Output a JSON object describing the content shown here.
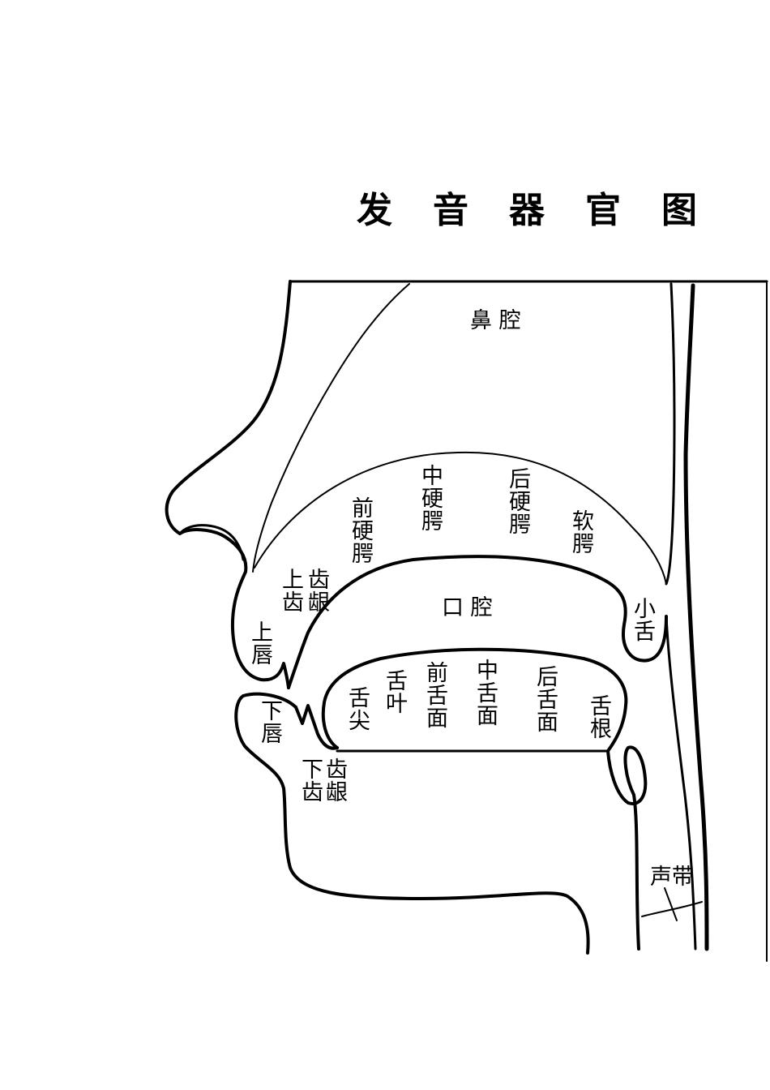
{
  "title_chars": [
    "发",
    "音",
    "器",
    "官",
    "图"
  ],
  "labels": {
    "nasal_cavity": "鼻 腔",
    "front_hard_palate": "前硬腭",
    "mid_hard_palate": "中硬腭",
    "back_hard_palate": "后硬腭",
    "soft_palate": "软腭",
    "upper_teeth": "上齿",
    "upper_gum": "齿龈",
    "oral_cavity": "口 腔",
    "uvula": "小舌",
    "upper_lip": "上唇",
    "tongue_tip": "舌尖",
    "tongue_blade": "舌叶",
    "front_tongue": "前舌面",
    "mid_tongue": "中舌面",
    "back_tongue": "后舌面",
    "tongue_root": "舌根",
    "lower_lip": "下唇",
    "lower_teeth": "下齿",
    "lower_gum": "齿龈",
    "vocal_cords": "声带"
  }
}
